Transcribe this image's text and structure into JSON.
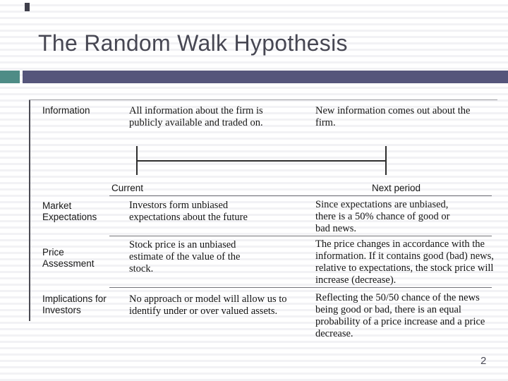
{
  "slide": {
    "title": "The Random Walk Hypothesis",
    "page_number": "2"
  },
  "colors": {
    "accent_teal": "#4e8c86",
    "accent_purple": "#55557b",
    "title_text": "#474753",
    "body_text": "#141414",
    "rule_gray": "#74747a",
    "timeline_black": "#2e2e2e",
    "background_stripe": "#f2f2f5"
  },
  "timeline": {
    "start_label": "Current",
    "end_label": "Next period"
  },
  "rows": [
    {
      "label": "Information",
      "current": "All information about the firm is publicly available and traded on.",
      "next": "New information comes out about the firm."
    },
    {
      "label": "Market Expectations",
      "current": "Investors form unbiased expectations about the future",
      "next": "Since expectations are unbiased, there is a 50% chance of good or bad news."
    },
    {
      "label": "Price Assessment",
      "current": "Stock price is an unbiased estimate of the value of the stock.",
      "next": "The price changes in accordance with the information. If it contains good (bad) news, relative to expectations, the stock price will increase (decrease)."
    },
    {
      "label": "Implications for Investors",
      "current": "No approach or model will allow us to identify under or over valued assets.",
      "next": "Reflecting the 50/50 chance of the news being good or bad, there is an equal probability of a price increase and a price decrease."
    }
  ]
}
